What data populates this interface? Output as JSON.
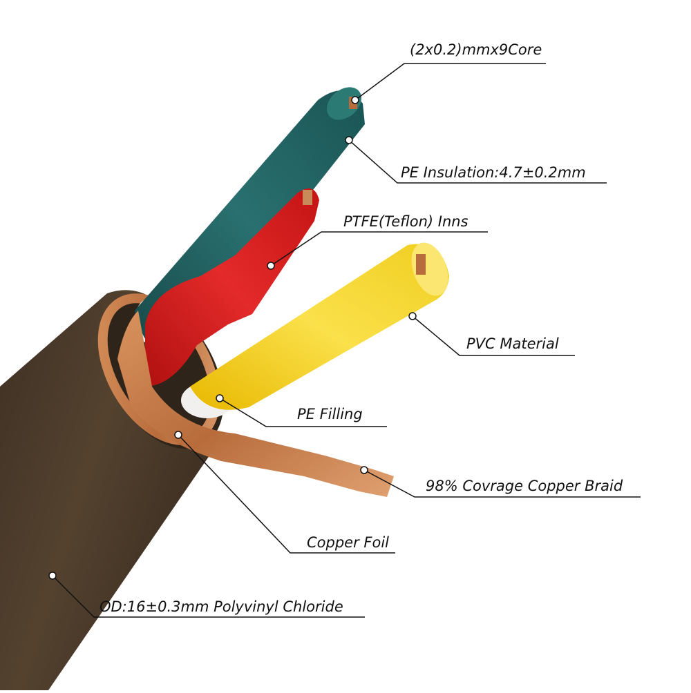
{
  "diagram": {
    "callouts": [
      {
        "id": "conductor",
        "text": "(2x0.2)mmx9Core"
      },
      {
        "id": "pe-insulation",
        "text": "PE Insulation:4.7±0.2mm"
      },
      {
        "id": "ptfe",
        "text": "PTFE(Teflon) Inns"
      },
      {
        "id": "pvc-material",
        "text": "PVC Material"
      },
      {
        "id": "pe-filling",
        "text": "PE Filling"
      },
      {
        "id": "copper-braid",
        "text": "98% Covrage Copper Braid"
      },
      {
        "id": "copper-foil",
        "text": "Copper Foil"
      },
      {
        "id": "outer-jacket",
        "text": "OD:16±0.3mm Polyvinyl Chloride"
      }
    ],
    "colors": {
      "outer_jacket": "#4a3a2c",
      "teal_core": "#1d5a5a",
      "red_core": "#d01818",
      "yellow_core": "#f2d21c",
      "copper": "#c07a4a",
      "filler": "#eeeeee"
    }
  }
}
